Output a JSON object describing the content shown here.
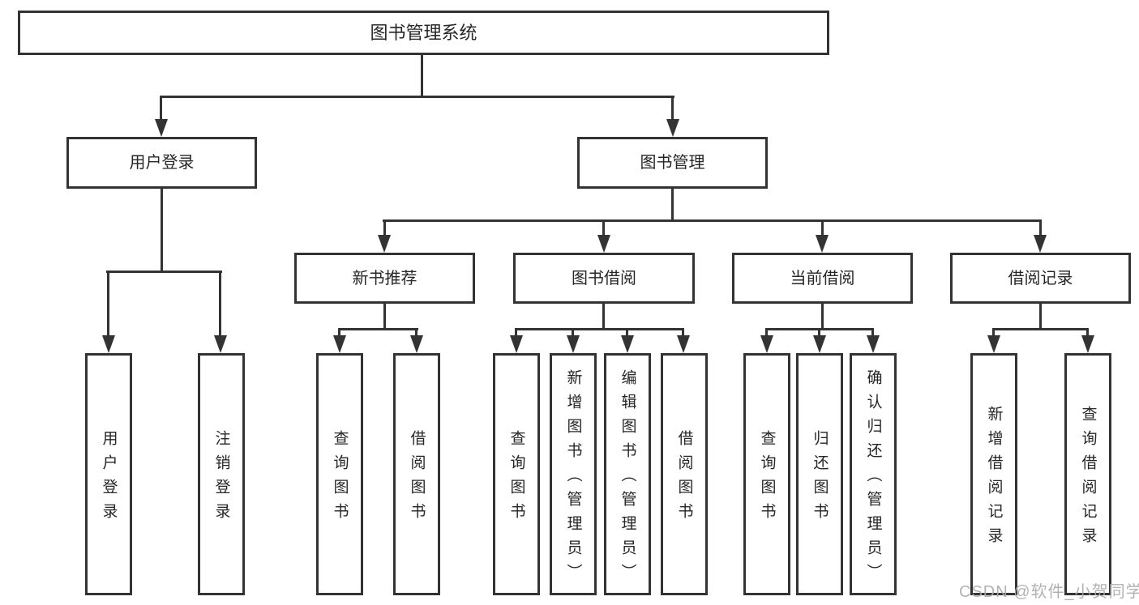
{
  "nodes": {
    "root": {
      "label": "图书管理系统"
    },
    "user_login": {
      "label": "用户登录"
    },
    "book_management": {
      "label": "图书管理"
    },
    "new_book_recommend": {
      "label": "新书推荐"
    },
    "book_borrow": {
      "label": "图书借阅"
    },
    "current_borrow": {
      "label": "当前借阅"
    },
    "borrow_record": {
      "label": "借阅记录"
    },
    "leaf_user_login": {
      "label": "用户登录"
    },
    "leaf_logout": {
      "label": "注销登录"
    },
    "leaf_query_books_recommend": {
      "label": "查询图书"
    },
    "leaf_borrow_books_recommend": {
      "label": "借阅图书"
    },
    "leaf_query_books_borrow": {
      "label": "查询图书"
    },
    "leaf_add_books_admin": {
      "label": "新增图书（管理员）"
    },
    "leaf_edit_books_admin": {
      "label": "编辑图书（管理员）"
    },
    "leaf_borrow_books_borrow": {
      "label": "借阅图书"
    },
    "leaf_query_books_current": {
      "label": "查询图书"
    },
    "leaf_return_books": {
      "label": "归还图书"
    },
    "leaf_confirm_return_admin": {
      "label": "确认归还（管理员）"
    },
    "leaf_add_borrow_record": {
      "label": "新增借阅记录"
    },
    "leaf_query_borrow_record": {
      "label": "查询借阅记录"
    }
  },
  "watermark": "CSDN @软件_小贺同学",
  "colors": {
    "line": "#333333",
    "text": "#262626",
    "watermark": "#ababab",
    "background": "#ffffff"
  }
}
